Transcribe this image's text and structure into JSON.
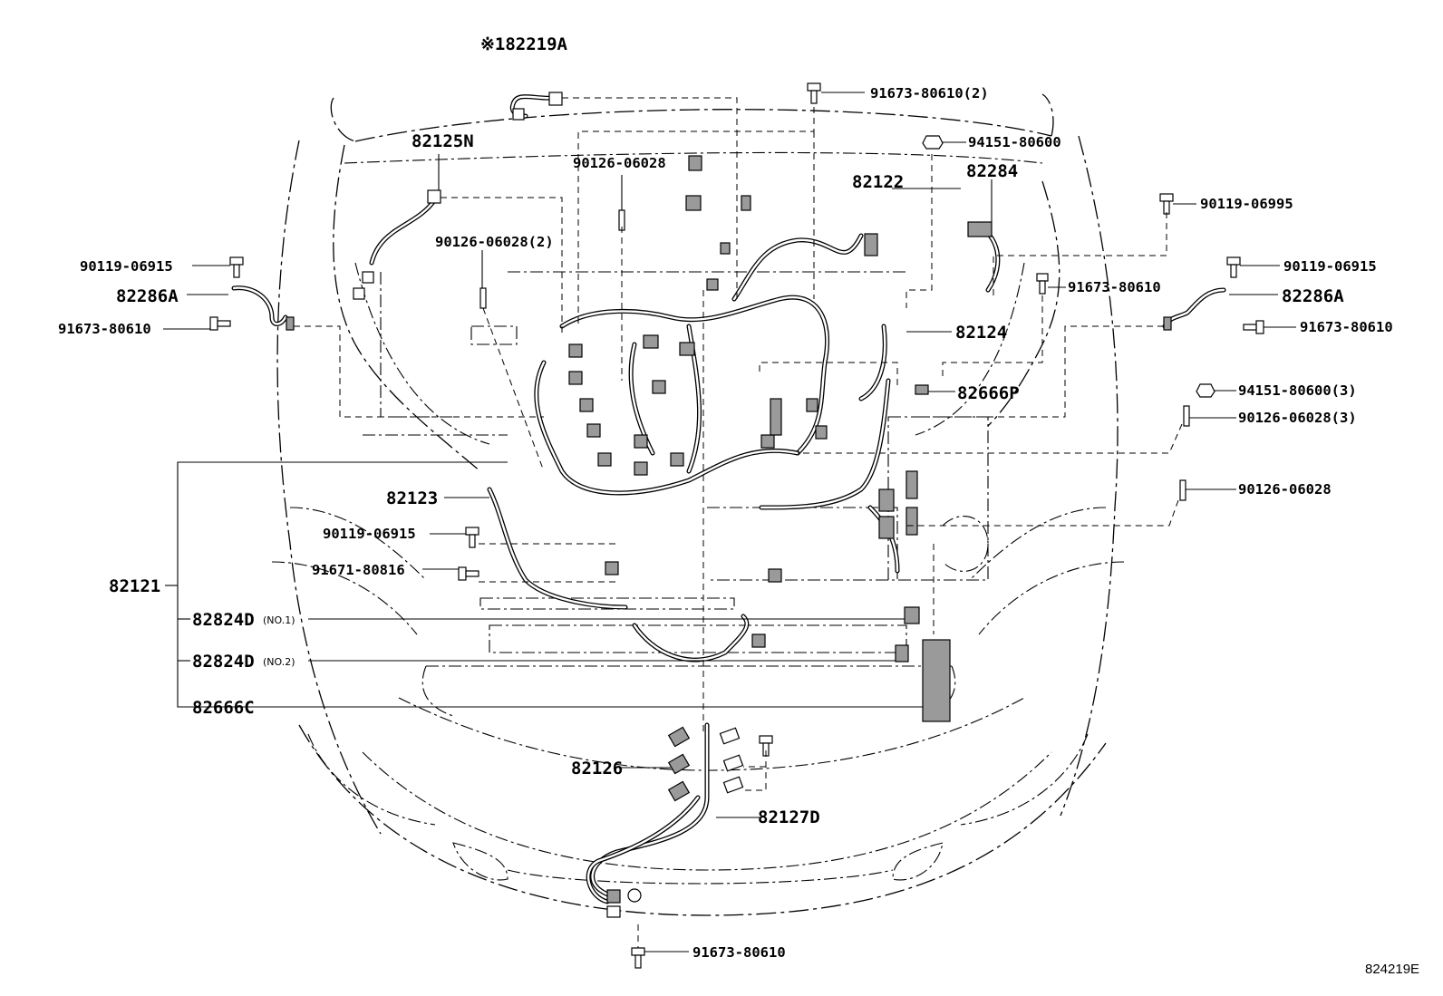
{
  "labels": {
    "p82219a": "※182219A",
    "p82125n": "82125N",
    "p90126_06028_a": "90126-06028",
    "p90126_06028_2": "90126-06028(2)",
    "p91673_80610_2": "91673-80610(2)",
    "p94151_80600": "94151-80600",
    "p82122": "82122",
    "p82284": "82284",
    "p90119_06995": "90119-06995",
    "p90119_06915_l": "90119-06915",
    "p82286a_l": "82286A",
    "p91673_80610_l": "91673-80610",
    "p90119_06915_r": "90119-06915",
    "p82286a_r": "82286A",
    "p91673_80610_r": "91673-80610",
    "p91673_80610_m": "91673-80610",
    "p82124": "82124",
    "p82666p": "82666P",
    "p94151_80600_3": "94151-80600(3)",
    "p90126_06028_3": "90126-06028(3)",
    "p90126_06028_b": "90126-06028",
    "p82123": "82123",
    "p90119_06915_c": "90119-06915",
    "p91671_80816": "91671-80816",
    "p82121": "82121",
    "p82824d_1": "82824D",
    "p82824d_1_sub": "(NO.1)",
    "p82824d_2": "82824D",
    "p82824d_2_sub": "(NO.2)",
    "p82666c": "82666C",
    "p82126": "82126",
    "p82127d": "82127D",
    "p91673_80610_bot": "91673-80610"
  },
  "diagram_code": "824219E"
}
